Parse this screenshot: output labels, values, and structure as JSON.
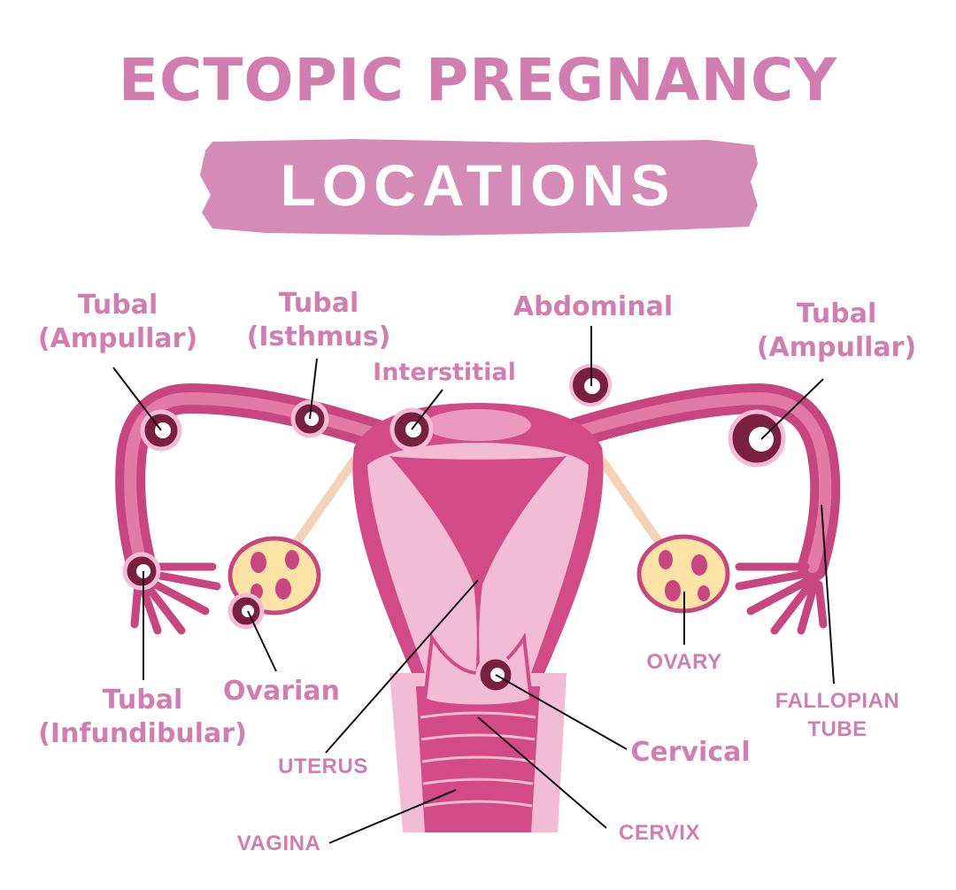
{
  "title": {
    "main": "ECTOPIC PREGNANCY",
    "sub": "LOCATIONS"
  },
  "colors": {
    "title_pink": "#d27daf",
    "banner_pink": "#d48bb5",
    "uterus_dark": "#c8467f",
    "uterus_light": "#f3bcd5",
    "ovary_yellow": "#fbe3a6",
    "embryo_dark": "#7a1f3f"
  },
  "labels": {
    "tubal_ampullar_left": {
      "line1": "Tubal",
      "line2": "(Ampullar)"
    },
    "tubal_isthmus": {
      "line1": "Tubal",
      "line2": "(Isthmus)"
    },
    "abdominal": "Abdominal",
    "tubal_ampullar_right": {
      "line1": "Tubal",
      "line2": "(Ampullar)"
    },
    "interstitial": "Interstitial",
    "ovary": "OVARY",
    "fallopian_tube": {
      "line1": "FALLOPIAN",
      "line2": "TUBE"
    },
    "tubal_infundibular": {
      "line1": "Tubal",
      "line2": "(Infundibular)"
    },
    "ovarian": "Ovarian",
    "cervical": "Cervical",
    "uterus": "UTERUS",
    "cervix": "CERVIX",
    "vagina": "VAGINA"
  }
}
